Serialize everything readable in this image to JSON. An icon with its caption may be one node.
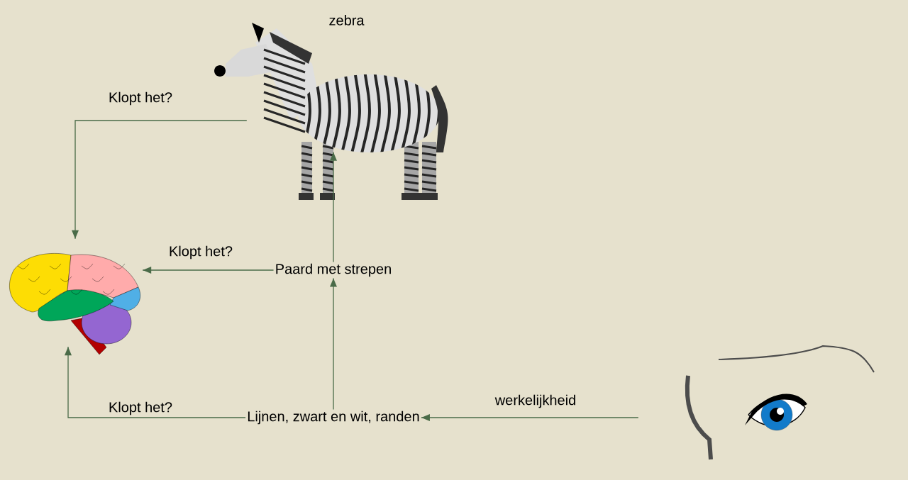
{
  "diagram": {
    "nodes": [
      {
        "text": [],
        "shape": "picture",
        "beside": [
          "zebra"
        ]
      },
      {
        "text": [],
        "shape": "picture"
      },
      {
        "text": [
          "Paard met strepen"
        ]
      },
      {
        "text": [
          "Lijnen, zwart en wit, randen"
        ]
      },
      {
        "text": [],
        "shape": "picture"
      }
    ],
    "edges": [
      {
        "from": 0,
        "to": 1,
        "arrow": "to",
        "label": "Klopt het?"
      },
      {
        "from": 2,
        "to": 1,
        "arrow": "to",
        "label": "Klopt het?"
      },
      {
        "from": 2,
        "to": 0,
        "arrow": "to"
      },
      {
        "from": 3,
        "to": 2,
        "arrow": "to"
      },
      {
        "from": 3,
        "to": 1,
        "arrow": "to",
        "label": "Klopt het?"
      },
      {
        "from": 4,
        "to": 3,
        "arrow": "to",
        "label": "werkelijkheid"
      }
    ]
  }
}
